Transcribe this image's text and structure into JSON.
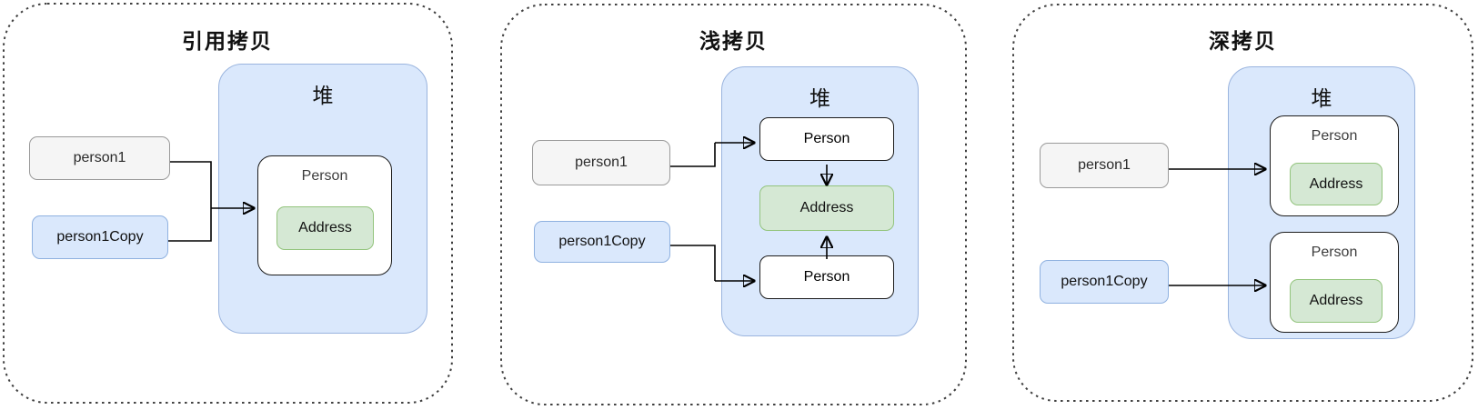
{
  "panels": [
    {
      "id": "reference-copy",
      "title": "引用拷贝",
      "heap_label": "堆",
      "stack_refs": [
        {
          "label": "person1"
        },
        {
          "label": "person1Copy"
        }
      ],
      "heap_objects": [
        {
          "label": "Person",
          "children": [
            {
              "label": "Address"
            }
          ]
        }
      ],
      "edges": [
        {
          "from": "person1",
          "to": "Person"
        },
        {
          "from": "person1Copy",
          "to": "Person"
        }
      ]
    },
    {
      "id": "shallow-copy",
      "title": "浅拷贝",
      "heap_label": "堆",
      "stack_refs": [
        {
          "label": "person1"
        },
        {
          "label": "person1Copy"
        }
      ],
      "heap_objects": [
        {
          "label": "Person"
        },
        {
          "label": "Address"
        },
        {
          "label": "Person"
        }
      ],
      "edges": [
        {
          "from": "person1",
          "to": "Person-top"
        },
        {
          "from": "person1Copy",
          "to": "Person-bottom"
        },
        {
          "from": "Person-top",
          "to": "Address"
        },
        {
          "from": "Person-bottom",
          "to": "Address"
        }
      ]
    },
    {
      "id": "deep-copy",
      "title": "深拷贝",
      "heap_label": "堆",
      "stack_refs": [
        {
          "label": "person1"
        },
        {
          "label": "person1Copy"
        }
      ],
      "heap_objects": [
        {
          "label": "Person",
          "children": [
            {
              "label": "Address"
            }
          ]
        },
        {
          "label": "Person",
          "children": [
            {
              "label": "Address"
            }
          ]
        }
      ],
      "edges": [
        {
          "from": "person1",
          "to": "Person-top"
        },
        {
          "from": "person1Copy",
          "to": "Person-bottom"
        }
      ]
    }
  ],
  "colors": {
    "heap_fill": "#dae8fc",
    "heap_border": "#9ab4de",
    "ref_gray_fill": "#f5f5f5",
    "ref_gray_border": "#9a9a9a",
    "ref_blue_fill": "#dae8fc",
    "ref_blue_border": "#8fb1e0",
    "object_fill": "#ffffff",
    "address_fill": "#d5e8d4",
    "address_border": "#93c47d"
  }
}
